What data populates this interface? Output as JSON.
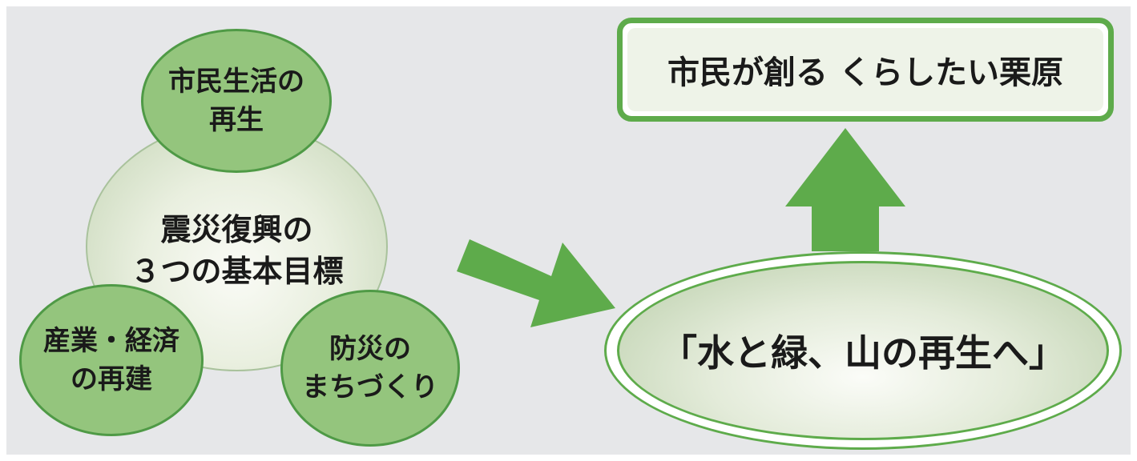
{
  "center_goal": {
    "line1": "震災復興の",
    "line2": "３つの基本目標"
  },
  "goals": {
    "top": {
      "line1": "市民生活の",
      "line2": "再生"
    },
    "bottom_left": {
      "line1": "産業・経済",
      "line2": "の再建"
    },
    "bottom_right": {
      "line1": "防災の",
      "line2": "まちづくり"
    }
  },
  "vision_box": {
    "label": "市民が創る くらしたい栗原"
  },
  "theme_ellipse": {
    "label": "「水と緑、山の再生へ」"
  },
  "colors": {
    "arrow": "#5eab4b",
    "circle_fill": "#94c57d",
    "panel_bg": "#e6e7e9"
  }
}
